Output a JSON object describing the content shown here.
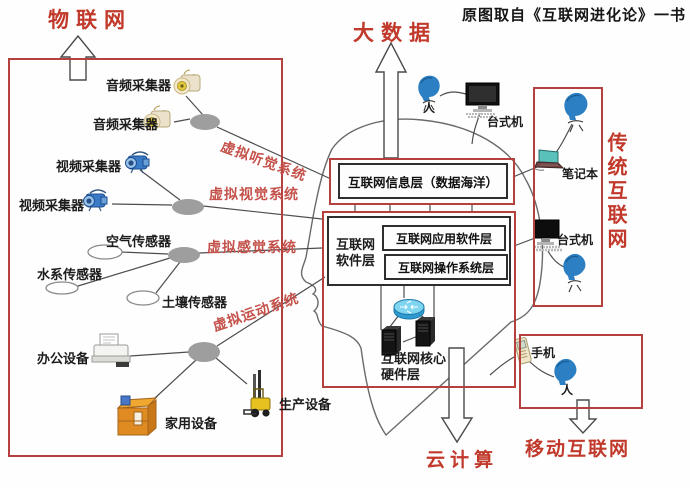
{
  "caption": "原图取自《互联网进化论》一书",
  "titles": {
    "iot": "物联网",
    "big_data": "大数据",
    "cloud": "云计算",
    "mobile": "移动互联网",
    "traditional": "传统互联网"
  },
  "iot_panel": {
    "audio_collector_1": "音频采集器",
    "audio_collector_2": "音频采集器",
    "video_collector_1": "视频采集器",
    "video_collector_2": "视频采集器",
    "air_sensor": "空气传感器",
    "water_sensor": "水系传感器",
    "soil_sensor": "土壤传感器",
    "office_equipment": "办公设备",
    "home_equipment": "家用设备",
    "production_equipment": "生产设备"
  },
  "virtual_systems": {
    "hearing": "虚拟听觉系统",
    "vision": "虚拟视觉系统",
    "sensing": "虚拟感觉系统",
    "motion": "虚拟运动系统"
  },
  "brain_layers": {
    "info": "互联网信息层（数据海洋）",
    "software": "互联网软件层",
    "application": "互联网应用软件层",
    "os": "互联网操作系统层",
    "core_hardware": "互联网核心硬件层"
  },
  "right_devices": {
    "desktop_top": "台式机",
    "person_top": "人",
    "laptop": "笔记本",
    "desktop": "台式机",
    "phone": "手机",
    "person_mobile": "人"
  },
  "colors": {
    "red_accent": "#c0392b",
    "box_border": "#b5413f",
    "hub_gray": "#9e9e9e"
  }
}
